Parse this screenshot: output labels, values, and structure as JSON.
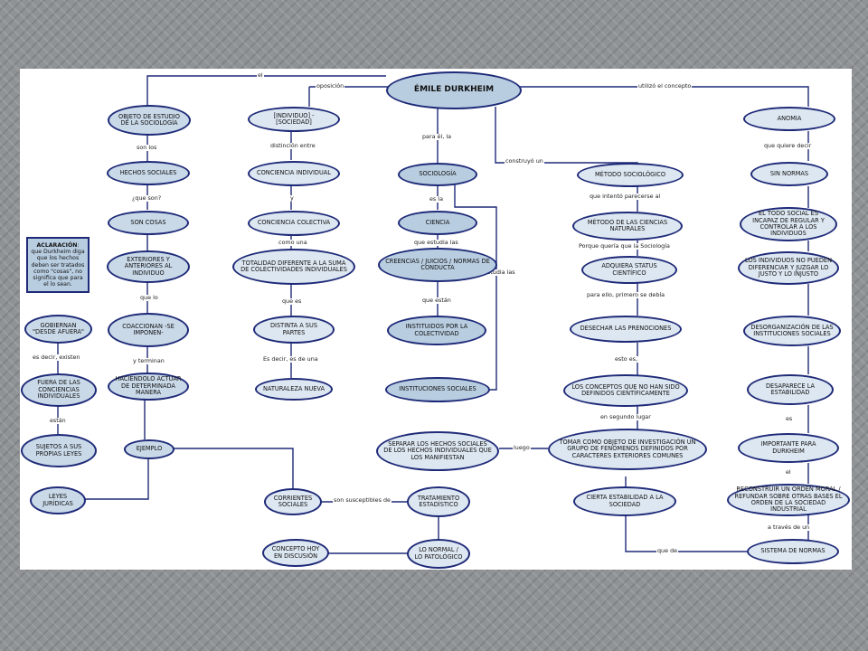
{
  "nodes": {
    "durkheim": "ÉMILE DURKHEIM",
    "objeto": "OBJETO DE ESTUDIO DE LA SOCIOLOGÍA",
    "hechos": "HECHOS SOCIALES",
    "cosas": "SON COSAS",
    "exteriores": "EXTERIORES Y ANTERIORES AL INDIVIDUO",
    "coaccionan": "COACCIONAN -SE IMPONEN-",
    "haciendolo": "HACIÉNDOLO ACTUAR DE DETERMINADA MANERA",
    "ejemplo": "EJEMPLO",
    "leyes": "LEYES JURÍDICAS",
    "gobiernan": "GOBIERNAN \"DESDE AFUERA\"",
    "fuera": "FUERA DE LAS CONCIENCIAS INDIVIDUALES",
    "sujetos": "SUJETOS A SUS PROPIAS LEYES",
    "individuo": "[INDIVIDUO] - [SOCIEDAD]",
    "cindividual": "CONCIENCIA INDIVIDUAL",
    "ccolectiva": "CONCIENCIA COLECTIVA",
    "totalidad": "TOTALIDAD DIFERENTE A LA SUMA DE COLECTIVIDADES INDIVIDUALES",
    "distinta": "DISTINTA A SUS PARTES",
    "naturaleza": "NATURALEZA NUEVA",
    "corrientes": "CORRIENTES SOCIALES",
    "tratamiento": "TRATAMIENTO ESTADÍSTICO",
    "concepto": "CONCEPTO HOY EN DISCUSIÓN",
    "normal": "LO NORMAL / LO PATOLÓGICO",
    "sociologia": "SOCIOLOGÍA",
    "ciencia": "CIENCIA",
    "creencias": "CREENCIAS / JUICIOS / NORMAS DE CONDUCTA",
    "instituidos": "INSTITUIDOS POR LA COLECTIVIDAD",
    "instituciones": "INSTITUCIONES SOCIALES",
    "separar": "SEPARAR LOS HECHOS SOCIALES DE LOS HECHOS INDIVIDUALES QUE LOS MANIFIESTAN",
    "metodo": "MÉTODO SOCIOLÓGICO",
    "metodo_ciencias": "MÉTODO DE LAS CIENCIAS NATURALES",
    "adquiera": "ADQUIERA STATUS CIENTÍFICO",
    "desechar": "DESECHAR LAS PRENOCIONES",
    "conceptos": "LOS CONCEPTOS QUE NO HAN SIDO DEFINIDOS CIENTÍFICAMENTE",
    "tomar": "TOMAR COMO OBJETO DE INVESTIGACIÓN UN GRUPO DE FENÓMENOS DEFINIDOS POR CARACTERES EXTERIORES COMUNES",
    "cierta": "CIERTA ESTABILIDAD A LA SOCIEDAD",
    "anomia": "ANOMIA",
    "sinnormas": "SIN NORMAS",
    "todo": "EL TODO SOCIAL ES INCAPAZ DE REGULAR Y CONTROLAR A LOS INDIVIDUOS",
    "individuos": "LOS INDIVIDUOS NO PUEDEN DIFERENCIAR Y JUZGAR LO JUSTO Y LO INJUSTO",
    "desorganizacion": "DESORGANIZACIÓN DE LAS INSTITUCIONES SOCIALES",
    "desaparece": "DESAPARECE LA ESTABILIDAD",
    "importante": "IMPORTANTE PARA DURKHEIM",
    "reconstruir": "RECONSTRUIR UN ORDEN MORAL / REFUNDAR SOBRE OTRAS BASES EL ORDEN DE LA SOCIEDAD INDUSTRIAL",
    "sistema": "SISTEMA DE NORMAS"
  },
  "links": {
    "el": "el",
    "oposicion": "oposición",
    "utilizo": "utilizó el concepto",
    "paraella": "para él, la",
    "construyo": "construyó un",
    "sonlos": "son los",
    "queson": "¿que son?",
    "quelo": "que lo",
    "yterminan": "y terminan",
    "distincion": "distinción entre",
    "y": "y",
    "comouna": "como una",
    "quees": "que es",
    "esdecir_una": "Es decir, es de una",
    "esla": "es la",
    "queestudia": "que estudia las",
    "queestan": "que están",
    "estudiaoverlap": "estudia las",
    "queintento": "que intentó parecerse al",
    "porque": "Porque quería que la Sociología",
    "paraello": "para ello, primero se debía",
    "estoes": "esto es,",
    "ensegundo": "en segundo lugar",
    "luego": "luego",
    "quequiere": "que quiere decir",
    "es": "es",
    "elink": "el",
    "atraves": "a través de un",
    "quede": "que de",
    "esdecir_existen": "es decir, existen",
    "estan": "están",
    "susceptibles": "son susceptibles de"
  },
  "note": {
    "title": "ACLARACIÓN",
    "body": ": que Durkheim diga que los hechos deben ser tratados como \"cosas\", no significa que para el lo sean."
  },
  "colors": {
    "border": "#1e2a78",
    "node_fill": "#c9d9e8",
    "node_light": "#dde7f1",
    "node_mid": "#b8cde0",
    "line": "#1e2a78",
    "background": "#8f9396"
  }
}
